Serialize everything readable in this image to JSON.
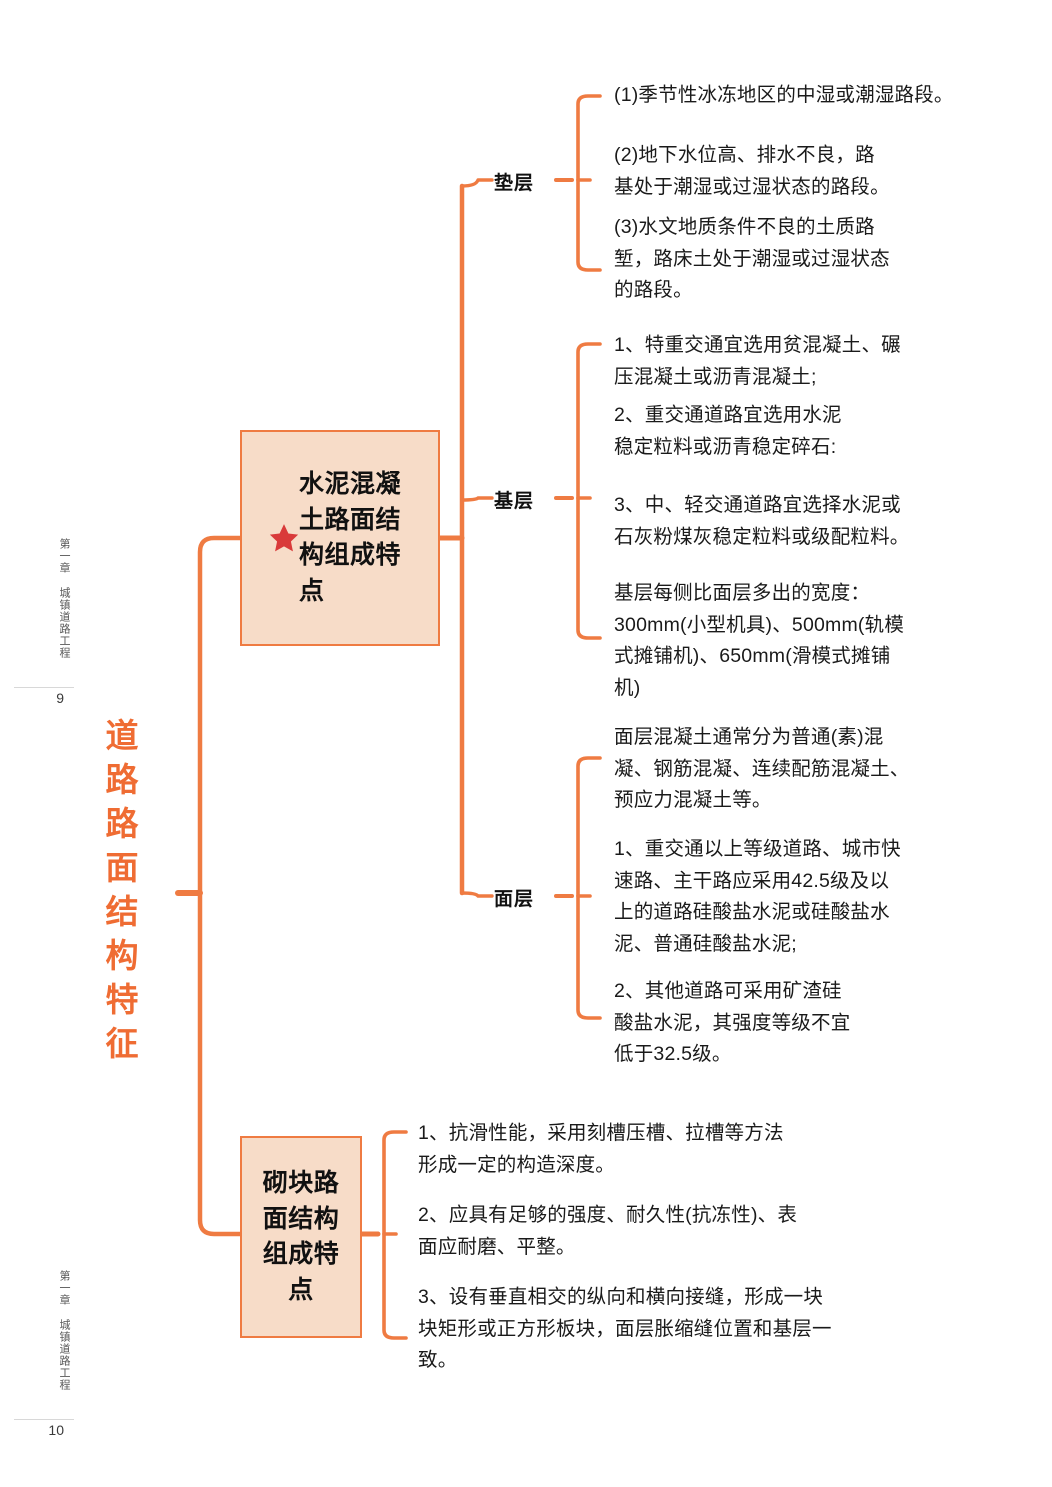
{
  "document": {
    "margin_note_top": "第一章 城镇道路工程",
    "margin_note_bottom": "第一章 城镇道路工程",
    "page_number_top": "9",
    "page_number_bottom": "10"
  },
  "colors": {
    "accent": "#ef7b42",
    "node_fill": "#f7dcc8",
    "root_title": "#ef6c33",
    "star": "#d93a3a",
    "text": "#1a1a1a"
  },
  "mindmap": {
    "root": {
      "label": "道路路面结构特征"
    },
    "nodes": [
      {
        "id": "cement-concrete-pavement",
        "label": "水泥混凝土路面结构组成特点",
        "starred": true,
        "star_icon": "star-icon",
        "branches": [
          {
            "id": "cushion-layer",
            "label": "垫层",
            "items": [
              "(1)季节性冰冻地区的中湿或潮湿路段。",
              "(2)地下水位高、排水不良，路\n基处于潮湿或过湿状态的路段。",
              "(3)水文地质条件不良的土质路\n堑，路床土处于潮湿或过湿状态\n的路段。"
            ]
          },
          {
            "id": "base-layer",
            "label": "基层",
            "items": [
              "1、特重交通宜选用贫混凝土、碾\n压混凝土或沥青混凝土;",
              "2、重交通道路宜选用水泥\n稳定粒料或沥青稳定碎石:",
              "3、中、轻交通道路宜选择水泥或\n石灰粉煤灰稳定粒料或级配粒料。",
              "基层每侧比面层多出的宽度：\n300mm(小型机具)、500mm(轨模\n式摊铺机)、650mm(滑模式摊铺\n机)"
            ]
          },
          {
            "id": "surface-layer",
            "label": "面层",
            "items": [
              "面层混凝土通常分为普通(素)混\n凝、钢筋混凝、连续配筋混凝土、\n预应力混凝土等。",
              "1、重交通以上等级道路、城市快\n速路、主干路应采用42.5级及以\n上的道路硅酸盐水泥或硅酸盐水\n泥、普通硅酸盐水泥;",
              "2、其他道路可采用矿渣硅\n酸盐水泥，其强度等级不宜\n低于32.5级。"
            ]
          }
        ]
      },
      {
        "id": "block-pavement",
        "label": "砌块路面结构组成特点",
        "starred": false,
        "branches": [
          {
            "id": "block-pavement-items",
            "label": "",
            "items": [
              "1、抗滑性能，采用刻槽压槽、拉槽等方法\n形成一定的构造深度。",
              "2、应具有足够的强度、耐久性(抗冻性)、表\n面应耐磨、平整。",
              "3、设有垂直相交的纵向和横向接缝，形成一块\n块矩形或正方形板块，面层胀缩缝位置和基层一\n致。"
            ]
          }
        ]
      }
    ]
  }
}
